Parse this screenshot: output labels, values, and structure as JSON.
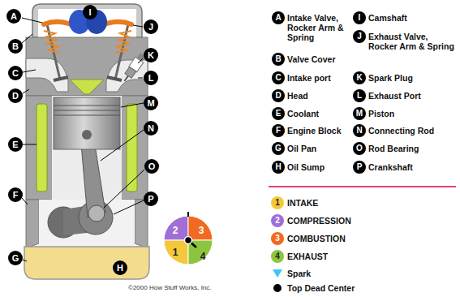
{
  "diagram": {
    "labels": [
      "A",
      "I",
      "J",
      "B",
      "K",
      "C",
      "L",
      "D",
      "M",
      "N",
      "E",
      "O",
      "P",
      "F",
      "G",
      "H",
      "2",
      "3",
      "1",
      "4",
      "A",
      "Intake Valve, Rocker Arm & Spring",
      "B",
      "Valve Cover",
      "C",
      "Intake port",
      "D",
      "Head",
      "E",
      "Coolant",
      "F",
      "Engine Block",
      "G",
      "Oil Pan",
      "H",
      "Oil Sump",
      "I",
      "Camshaft",
      "J",
      "Exhaust Valve, Rocker Arm & Spring",
      "K",
      "Spark Plug",
      "L",
      "Exhaust Port",
      "M",
      "Piston",
      "N",
      "Connecting Rod",
      "O",
      "Rod Bearing",
      "P",
      "Crankshaft",
      "1",
      "2",
      "3",
      "4",
      "©2000 How Stuff Works, Inc."
    ],
    "legend": [
      {
        "text": "INTAKE",
        "color": "#f5c83c"
      },
      {
        "text": "COMPRESSION",
        "color": "#a06fd6"
      },
      {
        "text": "COMBUSTION",
        "color": "#f26a21"
      },
      {
        "text": "EXHAUST",
        "color": "#8cc63f"
      },
      {
        "text": "Spark"
      },
      {
        "text": "Top Dead Center"
      }
    ]
  }
}
